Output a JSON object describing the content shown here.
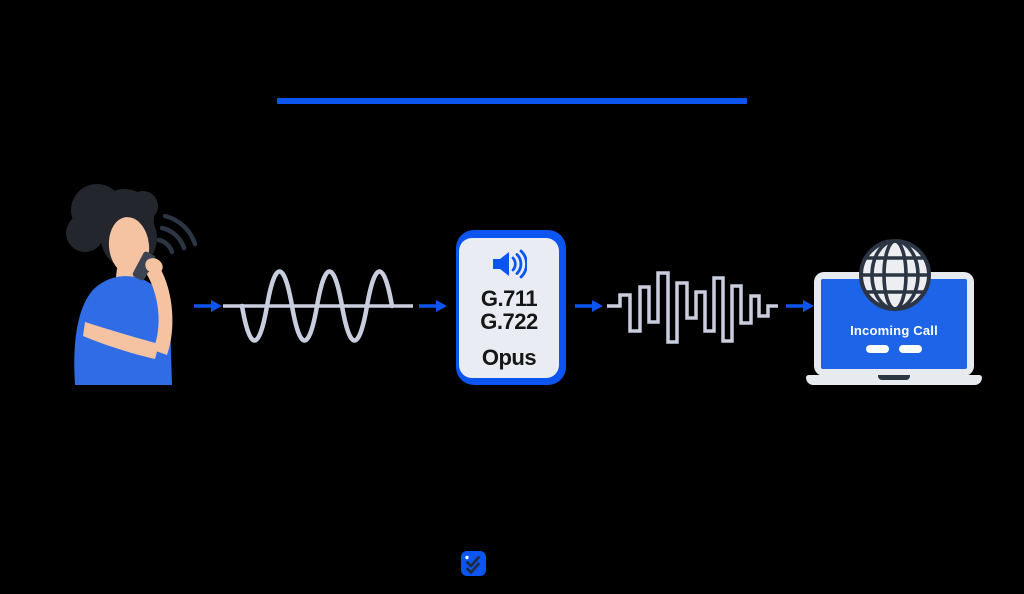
{
  "colors": {
    "background": "#000000",
    "accent": "#0d55f0",
    "wave": "#c9cede",
    "box-fill": "#e9ecf2",
    "text-dark": "#161616",
    "laptop-body": "#e7eaee",
    "screen-blue": "#1e64e8",
    "dark-navy": "#2c3544",
    "globe-fill": "#eceef2",
    "skin": "#f5c3a1",
    "hair": "#23262d",
    "shirt": "#2f6ce5",
    "phone": "#3c4352",
    "check": "#1d2b45",
    "white": "#ffffff"
  },
  "codec_box": {
    "line1": "G.711",
    "line2": "G.722",
    "line3": "Opus",
    "icon": "speaker-icon"
  },
  "laptop_screen": {
    "title": "Incoming Call",
    "button_count": 2,
    "icon": "globe-icon"
  },
  "illustration": {
    "subject": "woman-talking-on-phone",
    "icon": "sound-waves-icon"
  },
  "waves": {
    "analog": "sine-wave",
    "digital": "square-wave"
  },
  "footer": {
    "icon": "double-check-icon"
  }
}
